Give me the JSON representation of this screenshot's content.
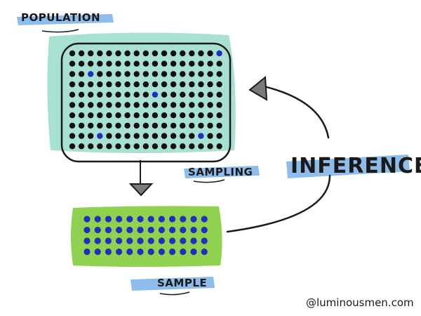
{
  "labels": {
    "population": "POPULATION",
    "sampling": "SAMPLING",
    "sample": "SAMPLE",
    "inference": "INFERENCE"
  },
  "credit": "@luminousmen.com",
  "colors": {
    "population_fill": "#a8e0d2",
    "sample_fill": "#8fd24f",
    "highlight_stroke": "#7ab0e8",
    "black_dot": "#111111",
    "blue_dot": "#1f2fbf",
    "ink": "#1a1a1a"
  },
  "population": {
    "rows": 10,
    "cols": 17,
    "highlighted_dots": [
      [
        0,
        16
      ],
      [
        2,
        2
      ],
      [
        4,
        9
      ],
      [
        8,
        3
      ],
      [
        8,
        14
      ]
    ]
  },
  "sample": {
    "rows": 4,
    "cols": 12
  }
}
